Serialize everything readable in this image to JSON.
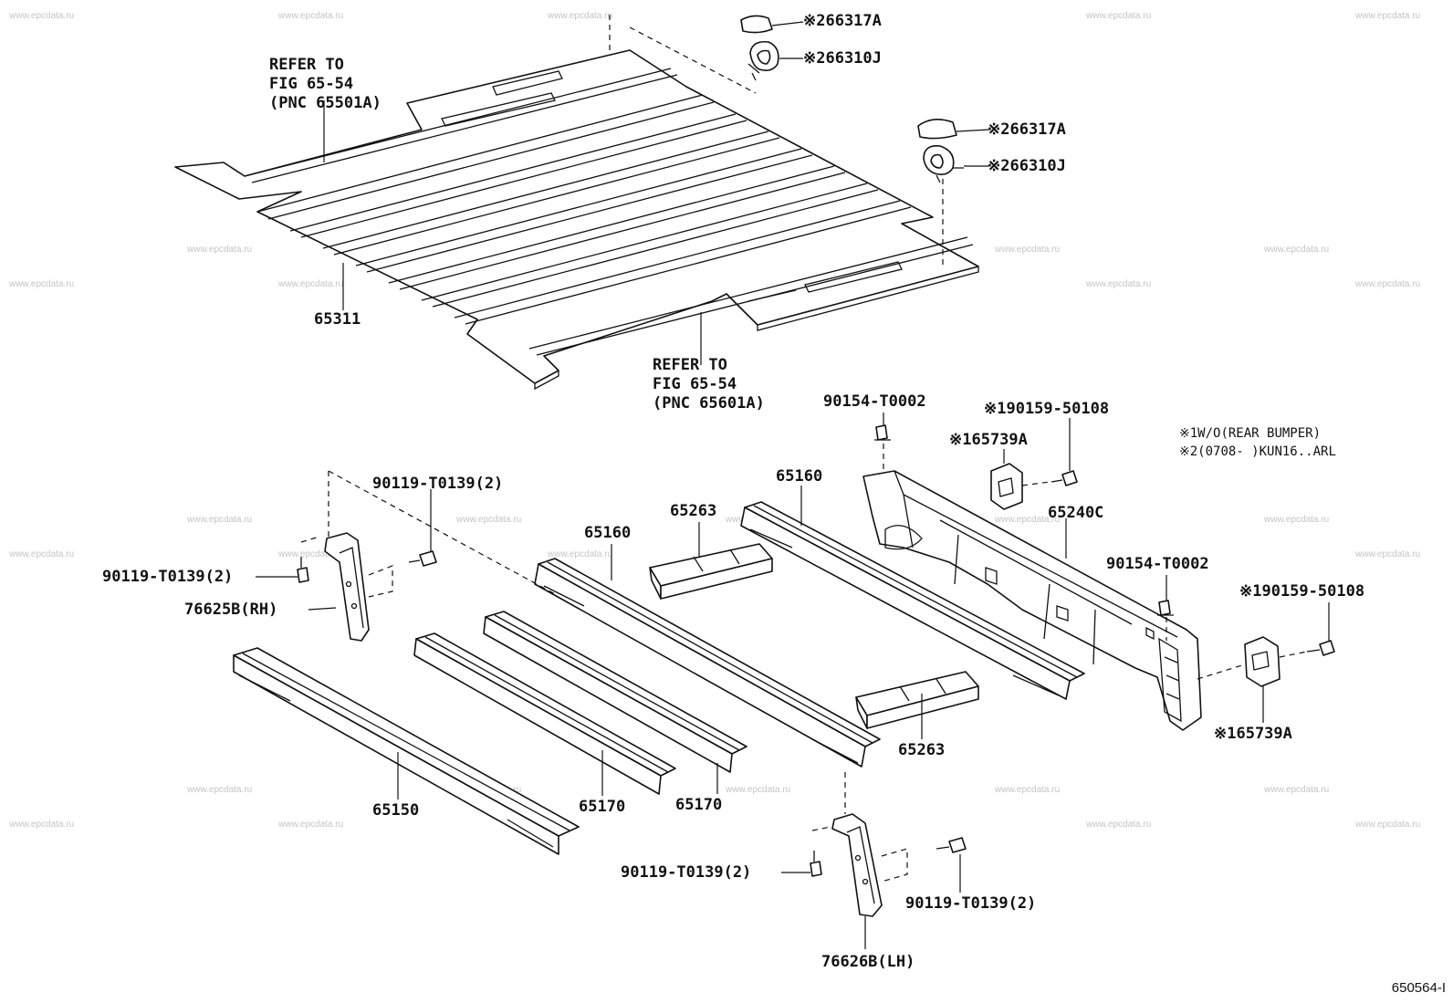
{
  "watermark": "www.epcdata.ru",
  "figure_id": "650564-I",
  "labels": {
    "cap_top": "※266317A",
    "hook_top": "※266310J",
    "cap_right": "※266317A",
    "hook_right": "※266310J",
    "refer_left_1": "REFER TO",
    "refer_left_2": "FIG 65-54",
    "refer_left_3": "(PNC 65501A)",
    "refer_bottom_1": "REFER TO",
    "refer_bottom_2": "FIG 65-54",
    "refer_bottom_3": "(PNC 65601A)",
    "deck": "65311",
    "nut_a": "90154-T0002",
    "bolt_a": "※190159-50108",
    "bracket_a": "※165739A",
    "note_1": "※1W/O(REAR BUMPER)",
    "note_2": "※2(0708-     )KUN16..ARL",
    "member_a": "65160",
    "crossmember_a": "65263",
    "rear_sill": "65240C",
    "nut_b": "90154-T0002",
    "bolt_b": "※190159-50108",
    "bracket_b": "※165739A",
    "bolt_rh_top": "90119-T0139(2)",
    "bolt_rh_left": "90119-T0139(2)",
    "stay_rh": "76625B(RH)",
    "member_b": "65160",
    "crossmember_b": "65263",
    "sill_front": "65150",
    "sill_c": "65170",
    "sill_d": "65170",
    "bolt_lh_left": "90119-T0139(2)",
    "bolt_lh_right": "90119-T0139(2)",
    "stay_lh": "76626B(LH)"
  }
}
